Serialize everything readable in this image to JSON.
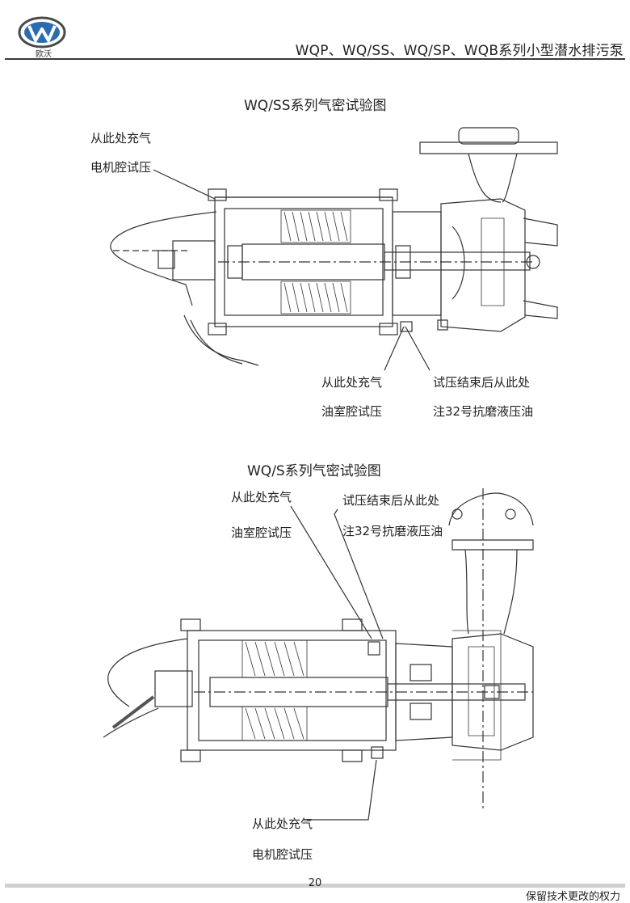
{
  "header": {
    "brand_name": "欧沃",
    "title": "WQP、WQ/SS、WQ/SP、WQB系列小型潜水排污泵"
  },
  "figure_top": {
    "title": "WQ/SS系列气密试验图",
    "callout_motor_1": "从此处充气",
    "callout_motor_2": "电机腔试压",
    "callout_oil_1": "从此处充气",
    "callout_oil_2": "油室腔试压",
    "callout_fill_1": "试压结束后从此处",
    "callout_fill_2": "注32号抗磨液压油"
  },
  "figure_bottom": {
    "title": "WQ/S系列气密试验图",
    "callout_oil_1": "从此处充气",
    "callout_oil_2": "油室腔试压",
    "callout_fill_1": "试压结束后从此处",
    "callout_fill_2": "注32号抗磨液压油",
    "callout_motor_1": "从此处充气",
    "callout_motor_2": "电机腔试压"
  },
  "footer": {
    "page_number": "20",
    "note": "保留技术更改的权力"
  }
}
